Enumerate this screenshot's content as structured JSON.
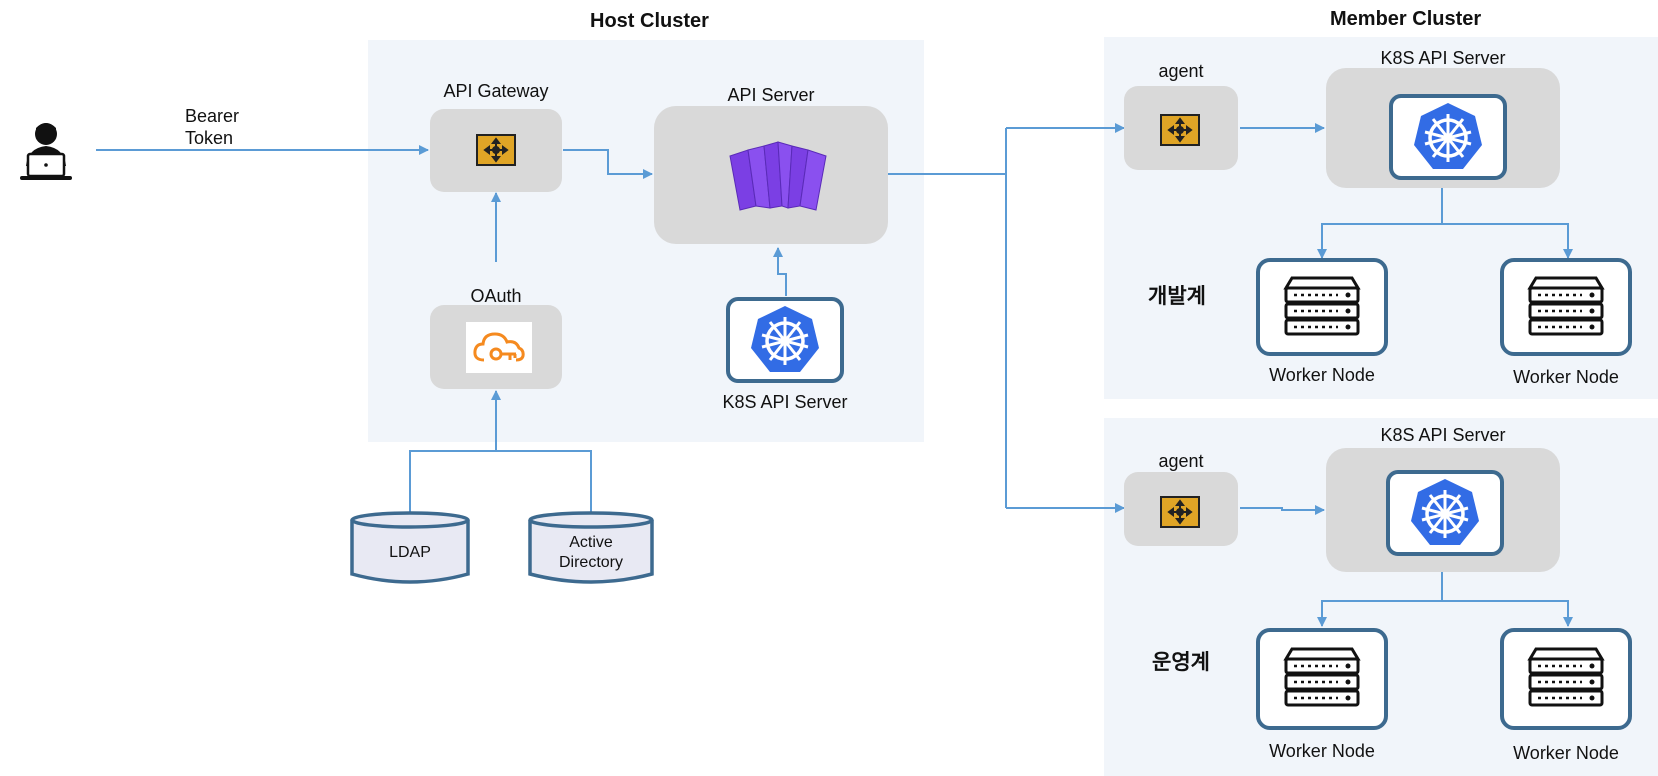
{
  "host": {
    "title": "Host Cluster",
    "api_gateway": "API Gateway",
    "api_server": "API Server",
    "oauth": "OAuth",
    "k8s_api_server": "K8S API Server"
  },
  "client": {
    "token_line1": "Bearer",
    "token_line2": "Token"
  },
  "datasources": {
    "ldap": "LDAP",
    "ad_line1": "Active",
    "ad_line2": "Directory"
  },
  "member": {
    "title": "Member Cluster",
    "dev": {
      "env": "개발계",
      "agent": "agent",
      "k8s_api_server": "K8S API Server",
      "worker1": "Worker Node",
      "worker2": "Worker Node"
    },
    "prod": {
      "env": "운영계",
      "agent": "agent",
      "k8s_api_server": "K8S API Server",
      "worker1": "Worker Node",
      "worker2": "Worker Node"
    }
  },
  "colors": {
    "arrow": "#5b9bd5",
    "panel": "#f1f5fa",
    "box": "#d9d9d9",
    "frame": "#3d6a8f",
    "gateway": "#e0a526",
    "k8s": "#326ce5",
    "api_server": "#7b3fe4",
    "oauth": "#f58a1f"
  }
}
